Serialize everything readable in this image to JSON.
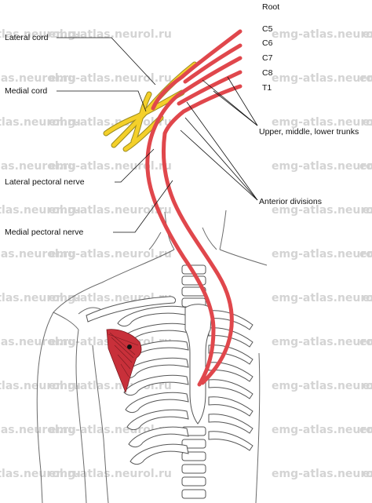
{
  "figure": {
    "watermark_text": "emg-atlas.neurol.ru",
    "colors": {
      "nerve": "#e0474c",
      "plexus_cords": "#f4d02a",
      "plexus_outline": "#9a8a20",
      "muscle": "#c8303a",
      "outline": "#555555"
    }
  },
  "labels": {
    "root": "Root",
    "c5": "C5",
    "c6": "C6",
    "c7": "C7",
    "c8": "C8",
    "t1": "T1",
    "lateral_cord": "Lateral cord",
    "medial_cord": "Medial cord",
    "lateral_pectoral_nerve": "Lateral pectoral nerve",
    "medial_pectoral_nerve": "Medial pectoral nerve",
    "trunks": "Upper, middle, lower trunks",
    "anterior_divisions": "Anterior divisions"
  }
}
